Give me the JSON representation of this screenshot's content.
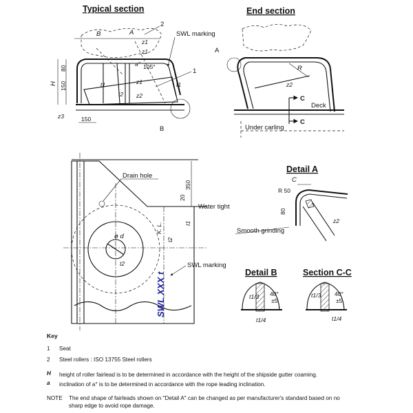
{
  "titles": {
    "typical_section": "Typical section",
    "end_section": "End section",
    "detail_a": "Detail A",
    "detail_b": "Detail B",
    "section_cc": "Section C-C"
  },
  "labels": {
    "swl_marking": "SWL marking",
    "swl_marking_2": "SWL marking",
    "drain_hole": "Drain hole",
    "water_tight": "Water tight",
    "deck": "Deck",
    "under_carling": "Under carling",
    "smooth_grinding": "Smooth grinding",
    "swl_xxx_t": "SWL XXX t",
    "kl": "K. L.",
    "A": "A",
    "B": "B",
    "C": "C",
    "R": "R",
    "dim_150": "150",
    "dim_80": "80",
    "dim_150b": "150",
    "dim_350": "350",
    "dim_20": "20",
    "dim_80b": "80",
    "dim_r50": "R 50",
    "H": "H",
    "a105": "105°",
    "ao": "a°",
    "num1": "1",
    "num2": "2",
    "z1": "z1",
    "z2": "z2",
    "z3": "z3",
    "t1": "t1",
    "t2": "t2",
    "phi_d": "ø d",
    "t13": "t1/3",
    "t14": "t1/4",
    "ang40": "40°",
    "ang5": "±5",
    "section_C1": "C",
    "section_C2": "C"
  },
  "key": {
    "heading": "Key",
    "items": [
      {
        "num": "1",
        "text": "Seat"
      },
      {
        "num": "2",
        "text": "Steel rollers : ISO 13755 Steel rollers"
      }
    ],
    "defs": [
      {
        "sym": "H",
        "text": "height of roller fairlead is to be determined in accordance with the height of the shipside gutter coaming."
      },
      {
        "sym": "a",
        "text": "inclination of a° is to be determined in accordance with the rope leading inclination."
      }
    ],
    "note_label": "NOTE",
    "note_line1": "The end shape of fairleads shown on \"Detail A\" can be changed as per manufacturer's standard based on no",
    "note_line2": "sharp edge to avoid rope damage."
  }
}
